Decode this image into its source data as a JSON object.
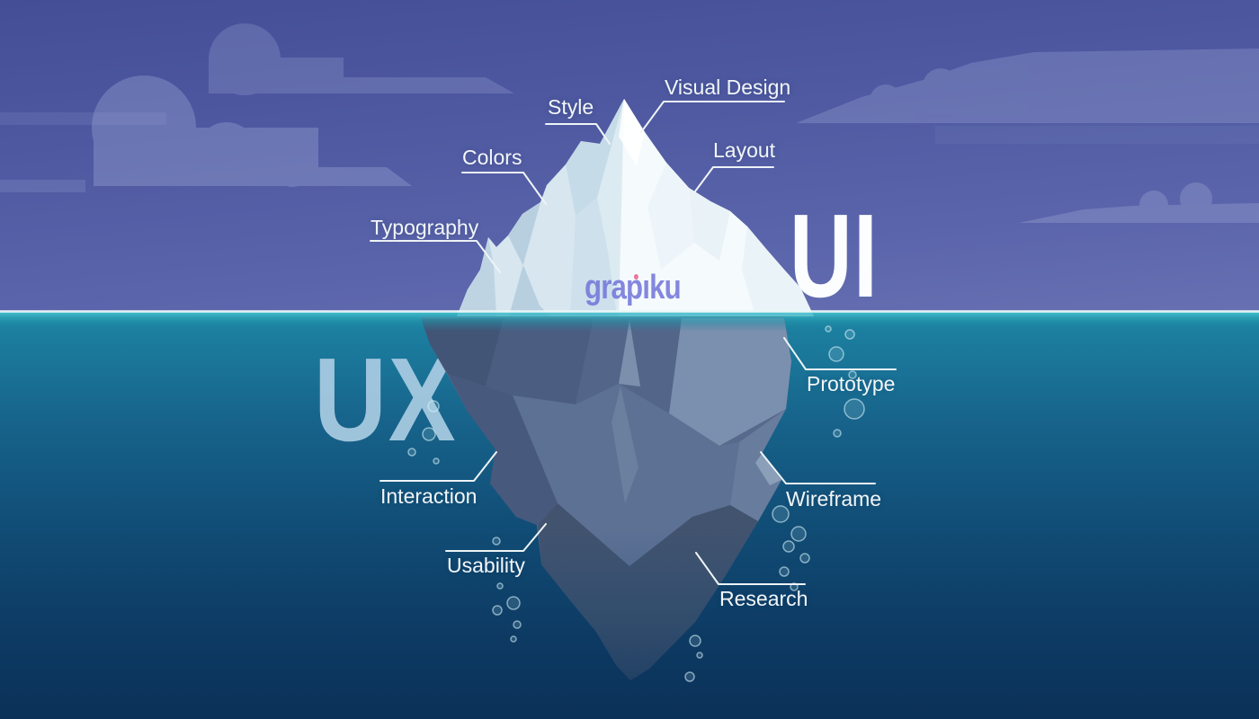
{
  "scene": {
    "type": "iceberg-infographic",
    "big_labels": {
      "ui": "UI",
      "ux": "UX"
    },
    "logo": {
      "text": "grapiku",
      "text_dotless": "grapıku"
    },
    "above_labels": [
      {
        "id": "style",
        "text": "Style"
      },
      {
        "id": "visual-design",
        "text": "Visual Design"
      },
      {
        "id": "layout",
        "text": "Layout"
      },
      {
        "id": "colors",
        "text": "Colors"
      },
      {
        "id": "typography",
        "text": "Typography"
      }
    ],
    "below_labels": [
      {
        "id": "prototype",
        "text": "Prototype"
      },
      {
        "id": "interaction",
        "text": "Interaction"
      },
      {
        "id": "wireframe",
        "text": "Wireframe"
      },
      {
        "id": "usability",
        "text": "Usability"
      },
      {
        "id": "research",
        "text": "Research"
      }
    ],
    "colors": {
      "sky_top": "#434e96",
      "sky_bottom": "#6770b2",
      "cloud": "#97a2d2",
      "waterline_highlight": "#ebf7f7",
      "water_surface_teal": "#2ba4ba",
      "water_mid": "#14608a",
      "water_deep": "#0b3158",
      "iceberg_above_light": "#f5fafc",
      "iceberg_above_shadow": "#b7cfdf",
      "iceberg_below_base": "#57698c",
      "iceberg_below_dark": "#42536f",
      "label_text": "#f2f6f8",
      "ui_text": "#fbfdff",
      "ux_text": "#a9cbe2",
      "logo_purple": "#7478db",
      "logo_dot_pink": "#e8638c"
    }
  }
}
